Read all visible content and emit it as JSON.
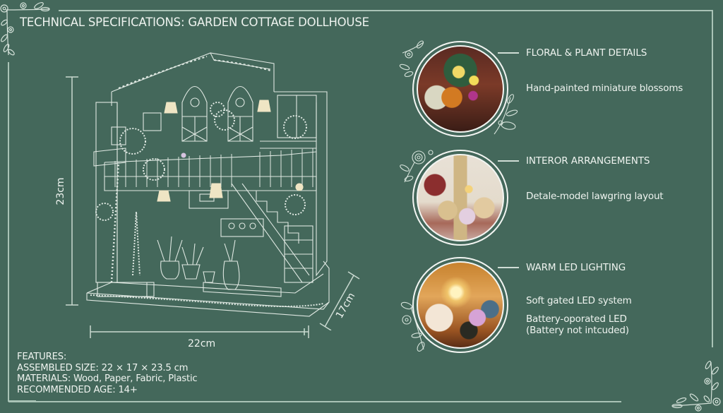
{
  "header": {
    "title": "TECHNICAL SPECIFICATIONS: GARDEN COTTAGE DOLLHOUSE"
  },
  "dimensions": {
    "height_label": "23cm",
    "width_label": "22cm",
    "depth_label": "17cm"
  },
  "features": {
    "heading": "FEATURES:",
    "assembled_size": "ASSEMBLED SIZE: 22 × 17 × 23.5 cm",
    "materials": "MATERIALS: Wood, Paper, Fabric, Plastic",
    "recommended_age": "RECOMMENDED AGE: 14+"
  },
  "detail_callouts": [
    {
      "title": "FLORAL & PLANT DETAILS",
      "description": "Hand-painted miniature blossoms",
      "image": "tulips-and-flowers-photo"
    },
    {
      "title": "INTEROR ARRANGEMENTS",
      "description": "Detale-model lawgring layout",
      "image": "living-room-interior-photo"
    },
    {
      "title": "WARM LED LIGHTING",
      "description": "Soft gated LED system",
      "description_2": "Battery-oporated LED",
      "description_3": "(Battery not intcuded)",
      "image": "lamp-lit-corner-photo"
    }
  ],
  "colors": {
    "background": "#44685b",
    "line": "#a9c3b6",
    "text": "#eef3ef"
  }
}
